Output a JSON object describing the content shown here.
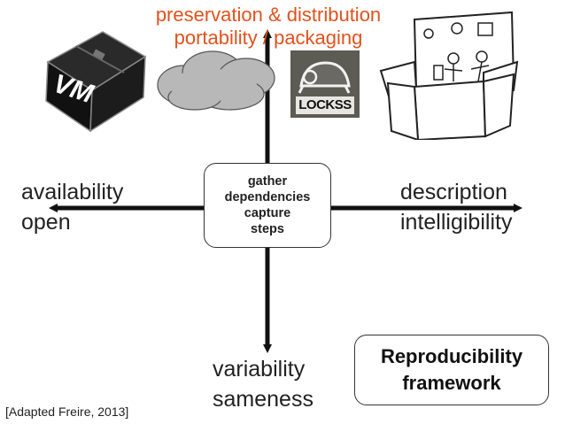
{
  "axis_labels": {
    "top_line1": "preservation & distribution",
    "top_line2": "portability / packaging",
    "left_line1": "availability",
    "left_line2": "open",
    "right_line1": "description",
    "right_line2": "intelligibility",
    "bottom_line1": "variability",
    "bottom_line2": "sameness"
  },
  "center_box": {
    "line1": "gather",
    "line2": "dependencies",
    "line3": "capture",
    "line4": "steps"
  },
  "framework_box": {
    "line1": "Reproducibility",
    "line2": "framework"
  },
  "citation": "[Adapted Freire, 2013]",
  "images": {
    "vm_label": "VM",
    "lockss_label": "LOCKSS"
  },
  "colors": {
    "accent_orange": "#e0521e",
    "axis": "#111111",
    "cloud_fill": "#b8b8b8",
    "lockss_bg": "#5c5b54"
  }
}
